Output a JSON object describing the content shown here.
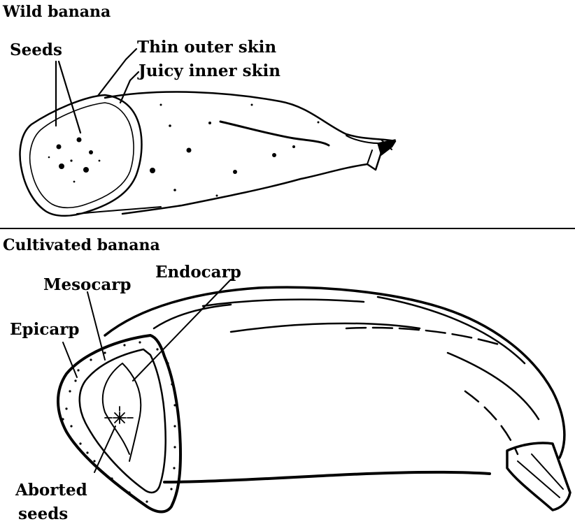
{
  "wild": {
    "title": "Wild banana",
    "labels": {
      "seeds": "Seeds",
      "thin_outer_skin": "Thin outer skin",
      "juicy_inner_skin": "Juicy inner skin"
    }
  },
  "cultivated": {
    "title": "Cultivated banana",
    "labels": {
      "endocarp": "Endocarp",
      "mesocarp": "Mesocarp",
      "epicarp": "Epicarp",
      "aborted_seeds_line1": "Aborted",
      "aborted_seeds_line2": "seeds"
    }
  }
}
